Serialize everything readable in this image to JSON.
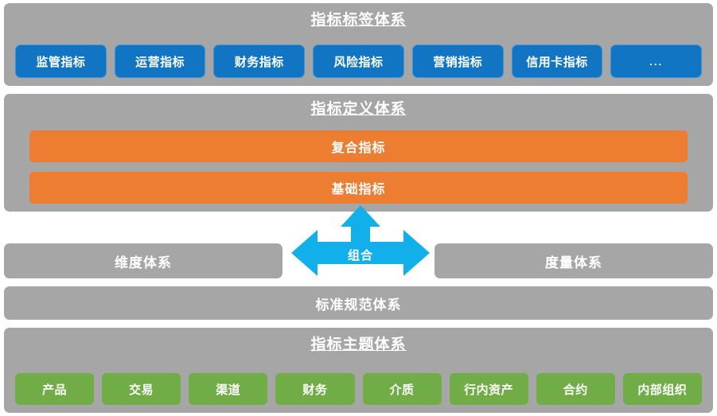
{
  "diagram": {
    "colors": {
      "panel_gray": "#a6a6a6",
      "chip_blue": "#1275c4",
      "bar_orange": "#ed7d31",
      "chip_green": "#70ad47",
      "arrow_blue": "#12b0ea",
      "text_white": "#ffffff",
      "background": "#ffffff"
    },
    "sections": {
      "tag_system": {
        "title": "指标标签体系",
        "chips": [
          {
            "label": "监管指标"
          },
          {
            "label": "运营指标"
          },
          {
            "label": "财务指标"
          },
          {
            "label": "风险指标"
          },
          {
            "label": "营销指标"
          },
          {
            "label": "信用卡指标"
          },
          {
            "label": "..."
          }
        ]
      },
      "definition_system": {
        "title": "指标定义体系",
        "bars": [
          {
            "label": "复合指标"
          },
          {
            "label": "基础指标"
          }
        ]
      },
      "middle_row": {
        "dimension_label": "维度体系",
        "arrow_label": "组合",
        "measure_label": "度量体系"
      },
      "standard_system": {
        "title": "标准规范体系"
      },
      "topic_system": {
        "title": "指标主题体系",
        "chips": [
          {
            "label": "产品"
          },
          {
            "label": "交易"
          },
          {
            "label": "渠道"
          },
          {
            "label": "财务"
          },
          {
            "label": "介质"
          },
          {
            "label": "行内资产"
          },
          {
            "label": "合约"
          },
          {
            "label": "内部组织"
          }
        ]
      }
    }
  }
}
